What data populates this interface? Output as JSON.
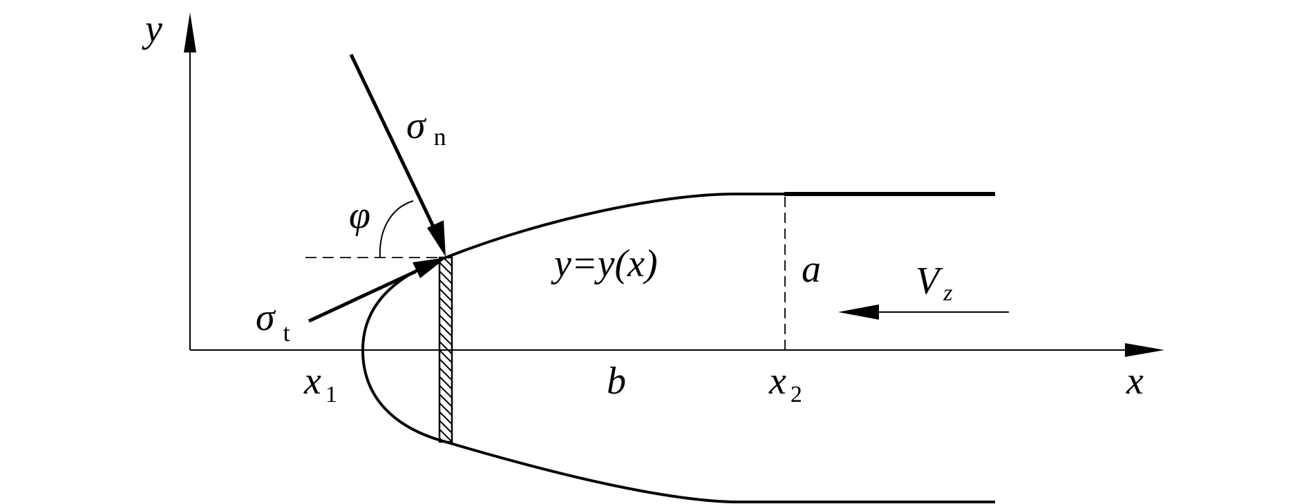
{
  "labels": {
    "y_axis": "y",
    "x_axis": "x",
    "sigma_n": {
      "base": "σ",
      "sub": "n"
    },
    "sigma_t": {
      "base": "σ",
      "sub": "t"
    },
    "phi": "φ",
    "curve": "y=y(x)",
    "a": "a",
    "b": "b",
    "v": {
      "base": "V",
      "sub": "z"
    },
    "x1": {
      "base": "x",
      "sub": "1"
    },
    "x2": {
      "base": "x",
      "sub": "2"
    }
  },
  "colors": {
    "ink": "#000000",
    "background": "#ffffff"
  }
}
